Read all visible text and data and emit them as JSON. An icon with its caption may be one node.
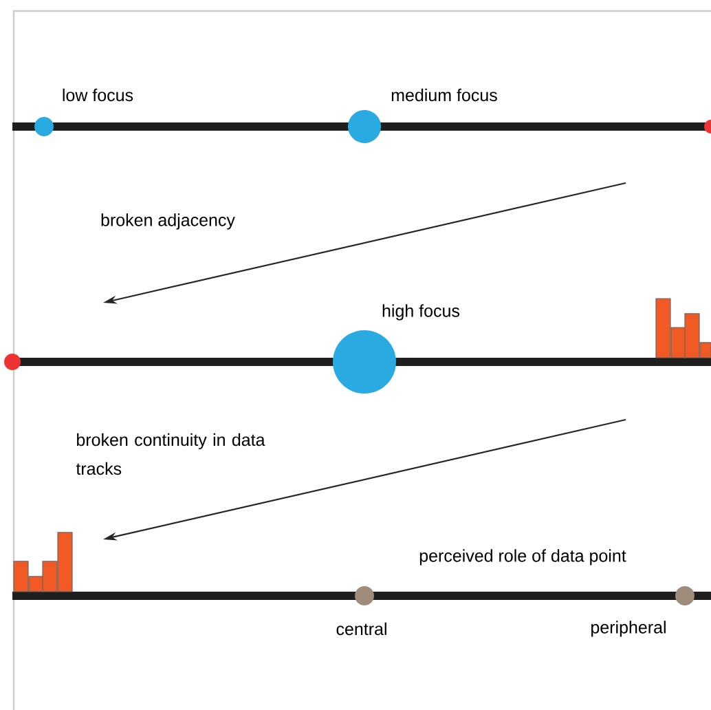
{
  "diagram": {
    "labels": [
      "low focus",
      "medium focus",
      "broken adjacency",
      "high focus",
      "broken continuity in data tracks",
      "perceived role of data point",
      "central",
      "peripheral"
    ]
  }
}
